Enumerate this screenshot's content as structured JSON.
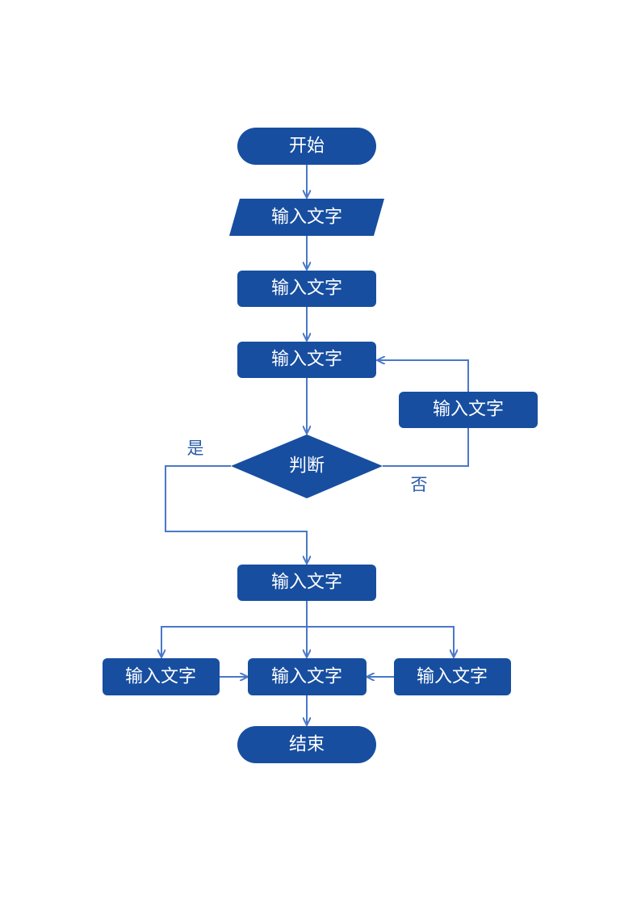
{
  "colors": {
    "node_fill": "#174ea0",
    "node_text": "#ffffff",
    "edge": "#4a78c8",
    "edge_label": "#2a5aa8"
  },
  "nodes": {
    "start": "开始",
    "input_parallelogram": "输入文字",
    "process_1": "输入文字",
    "process_2": "输入文字",
    "loop_process": "输入文字",
    "decision": "判断",
    "process_3": "输入文字",
    "left_process": "输入文字",
    "center_process": "输入文字",
    "right_process": "输入文字",
    "end": "结束"
  },
  "edge_labels": {
    "yes": "是",
    "no": "否"
  }
}
